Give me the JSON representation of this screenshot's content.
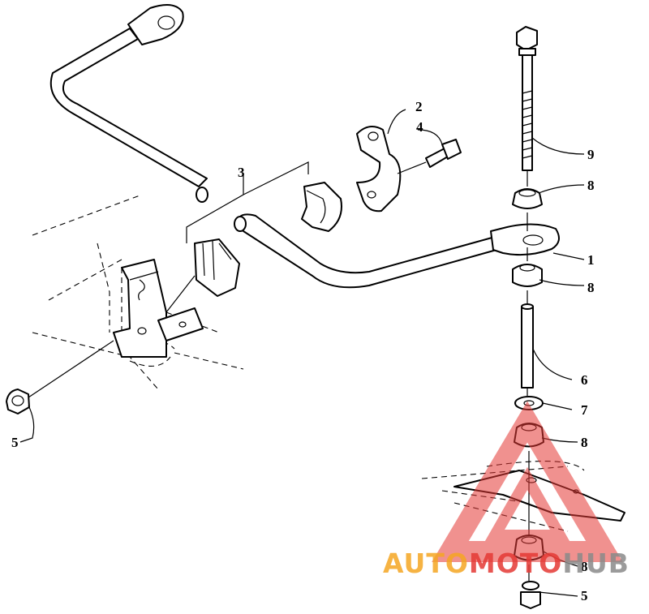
{
  "callouts": {
    "c1": "1",
    "c2": "2",
    "c3": "3",
    "c4": "4",
    "c5_left": "5",
    "c5_bottom": "5",
    "c6": "6",
    "c7": "7",
    "c8_a": "8",
    "c8_b": "8",
    "c8_c": "8",
    "c8_d": "8",
    "c9": "9"
  },
  "watermark": {
    "text_auto": "AUTO",
    "text_moto": "MOTO",
    "text_hub": "HUB",
    "color_auto": "#f5a623",
    "color_moto": "#e53935",
    "color_hub": "#8a8a8a",
    "triangle_color": "#e53935"
  }
}
